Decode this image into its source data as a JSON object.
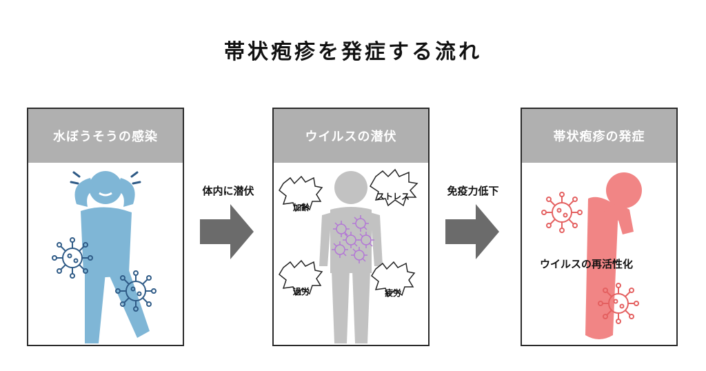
{
  "title": "帯状疱疹を発症する流れ",
  "panels": [
    {
      "header": "水ぼうそうの感染"
    },
    {
      "header": "ウイルスの潜伏",
      "bubbles": [
        "加齢",
        "ストレス",
        "過労",
        "疲労"
      ]
    },
    {
      "header": "帯状疱疹の発症",
      "caption": "ウイルスの再活性化"
    }
  ],
  "arrows": [
    "体内に潜伏",
    "免疫力低下"
  ],
  "colors": {
    "figure_blue": "#7fb6d6",
    "figure_gray": "#c2c2c2",
    "figure_red": "#f18585",
    "virus_blue": "#2e5a86",
    "virus_purple": "#b377d6",
    "virus_red": "#e46060",
    "arrow": "#6b6b6b",
    "header": "#b0b0b0"
  }
}
